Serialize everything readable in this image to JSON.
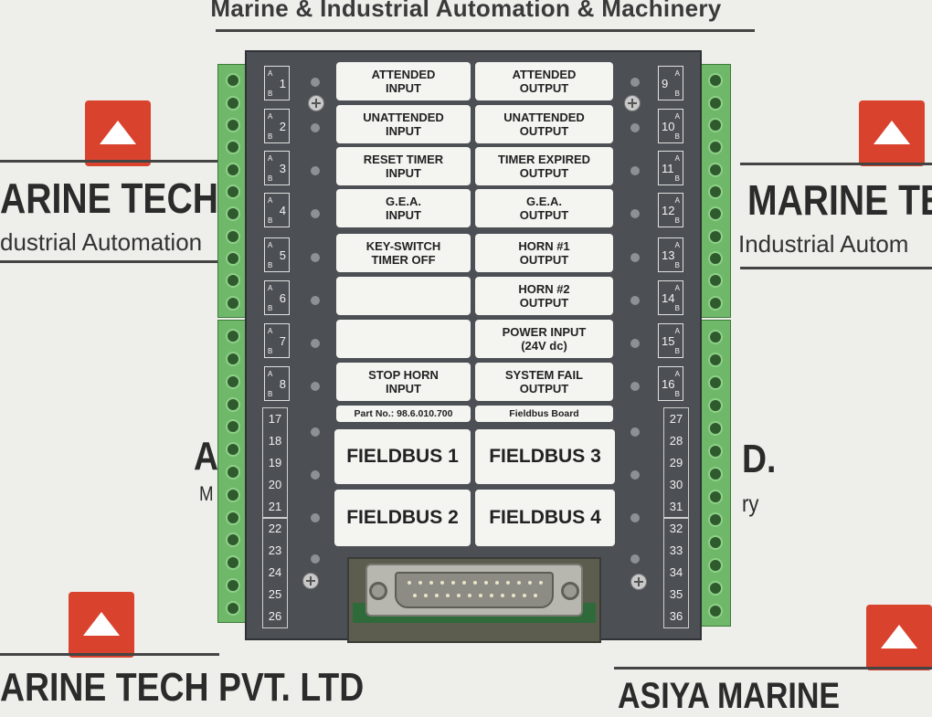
{
  "watermark": {
    "top_banner": "Marine & Industrial Automation & Machinery",
    "left_big": "ARINE TECH",
    "left_sub": "dustrial Automation",
    "right_big": "MARINE TEC",
    "right_sub": "Industrial Autom",
    "bottom_left": "ARINE TECH PVT. LTD",
    "bottom_right": "ASIYA MARINE",
    "mid_left_fragment": "A",
    "mid_left_fragment2": "M",
    "mid_right_fragment": "D.",
    "mid_right_fragment2": "ry"
  },
  "labels_left": [
    "ATTENDED\nINPUT",
    "UNATTENDED\nINPUT",
    "RESET TIMER\nINPUT",
    "G.E.A.\nINPUT",
    "KEY-SWITCH\nTIMER OFF",
    "",
    "",
    "STOP HORN\nINPUT"
  ],
  "labels_right": [
    "ATTENDED\nOUTPUT",
    "UNATTENDED\nOUTPUT",
    "TIMER EXPIRED\nOUTPUT",
    "G.E.A.\nOUTPUT",
    "HORN #1\nOUTPUT",
    "HORN #2\nOUTPUT",
    "POWER INPUT\n(24V dc)",
    "SYSTEM FAIL\nOUTPUT"
  ],
  "part_no": "Part No.: 98.6.010.700",
  "board_name": "Fieldbus Board",
  "fieldbus": [
    "FIELDBUS 1",
    "FIELDBUS 3",
    "FIELDBUS 2",
    "FIELDBUS 4"
  ],
  "ab": {
    "a": "A",
    "b": "B"
  },
  "channels_left": [
    "1",
    "2",
    "3",
    "4",
    "5",
    "6",
    "7",
    "8"
  ],
  "channels_right": [
    "9",
    "10",
    "11",
    "12",
    "13",
    "14",
    "15",
    "16"
  ],
  "terminals_left_a": [
    "17",
    "18",
    "19",
    "20",
    "21"
  ],
  "terminals_left_b": [
    "22",
    "23",
    "24",
    "25",
    "26"
  ],
  "terminals_right_a": [
    "27",
    "28",
    "29",
    "30",
    "31"
  ],
  "terminals_right_b": [
    "32",
    "33",
    "34",
    "35",
    "36"
  ]
}
